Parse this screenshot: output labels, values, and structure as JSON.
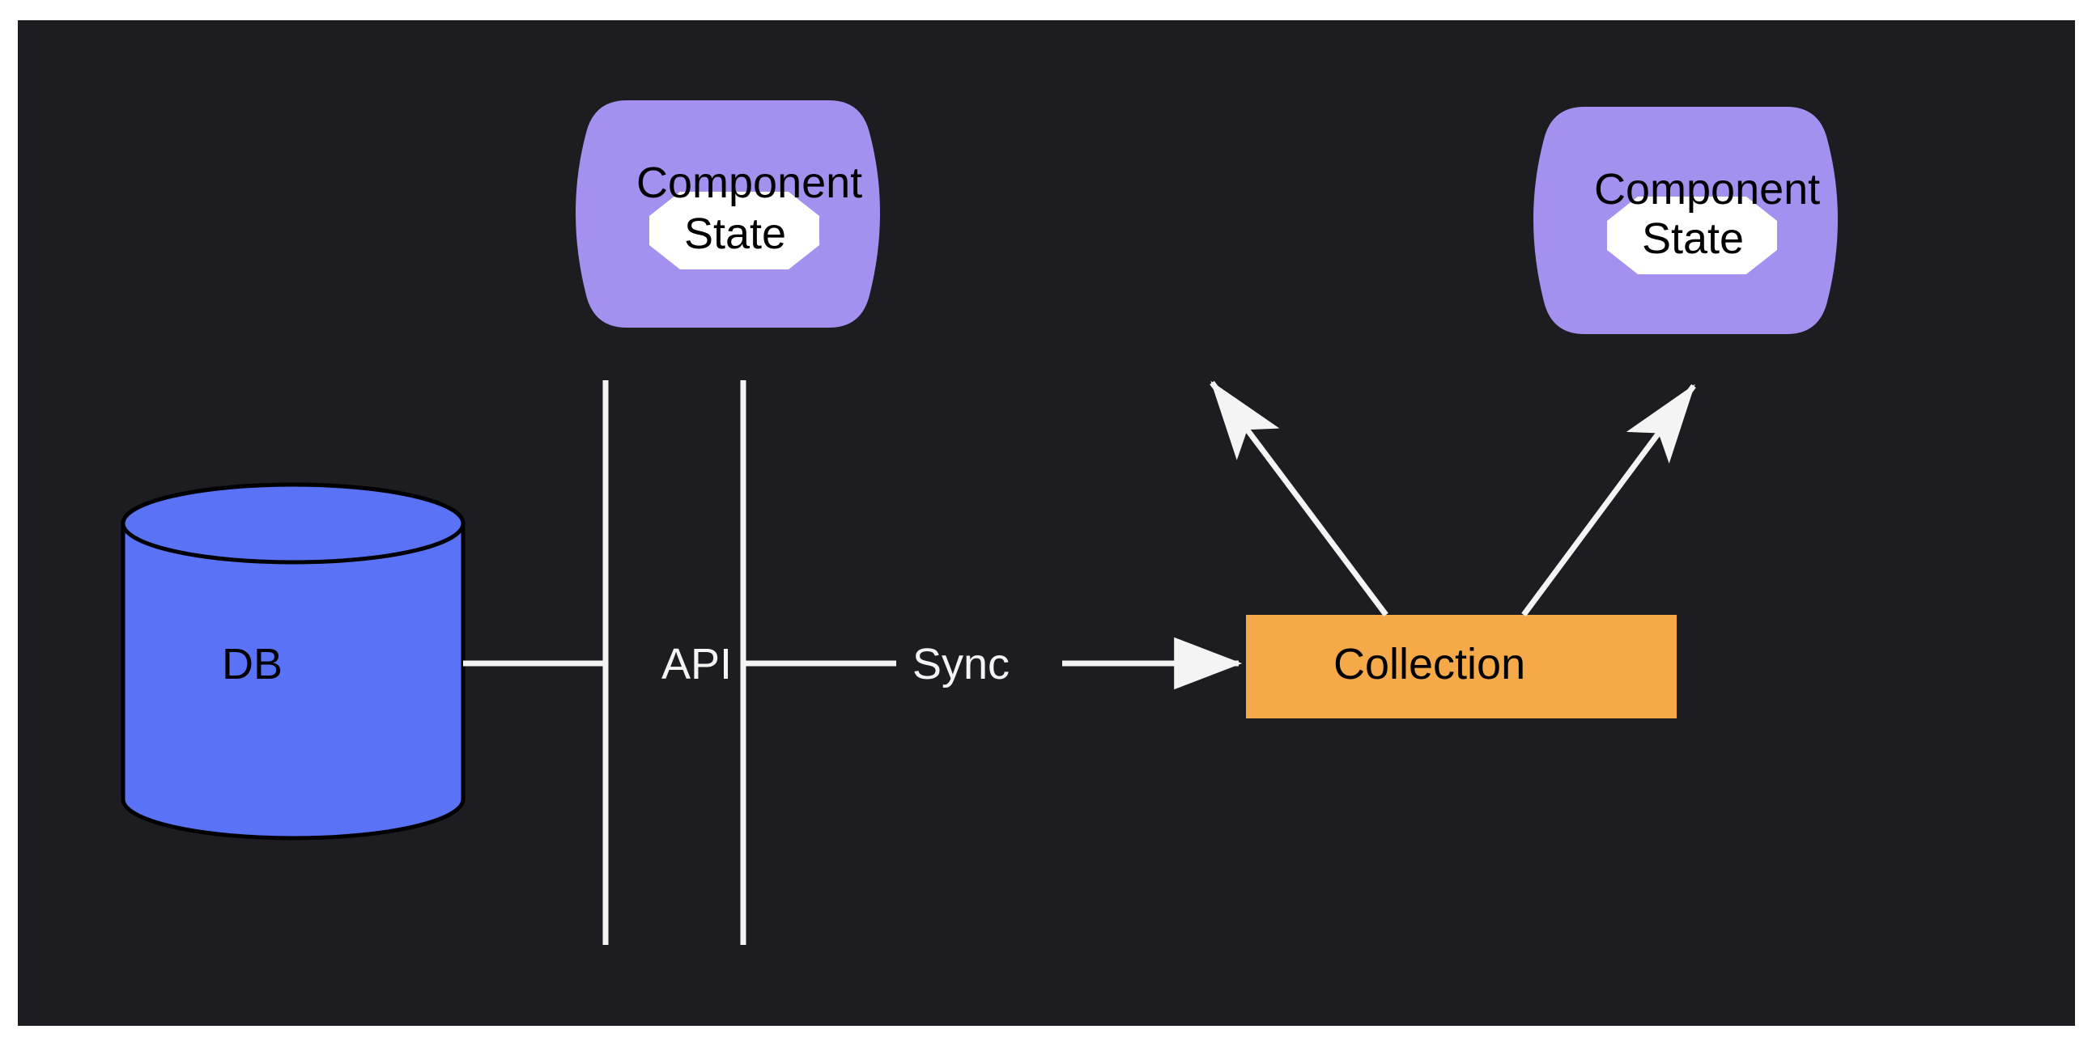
{
  "diagram": {
    "type": "flowchart",
    "direction": "left-to-right",
    "title": "",
    "background_color": "#1c1c21",
    "page_color": "#ffffff",
    "edge_color": "#f4f4f4",
    "nodes": [
      {
        "id": "db",
        "label": "DB",
        "shape": "cylinder",
        "fill": "#5a72f5",
        "stroke": "#000000",
        "text_color": "#000000"
      },
      {
        "id": "api",
        "label": "API",
        "shape": "boundary-lines",
        "text_color": "#f4f4f4"
      },
      {
        "id": "sync",
        "label": "Sync",
        "shape": "text",
        "text_color": "#f4f4f4"
      },
      {
        "id": "collection",
        "label": "Collection",
        "shape": "rectangle",
        "fill": "#f5a948",
        "text_color": "#000000"
      },
      {
        "id": "component1",
        "label": "Component",
        "shape": "curved-rounded-rect",
        "fill": "#a390ef",
        "text_color": "#000000"
      },
      {
        "id": "state1",
        "label": "State",
        "shape": "octagon",
        "fill": "#ffffff",
        "text_color": "#000000"
      },
      {
        "id": "component2",
        "label": "Component",
        "shape": "curved-rounded-rect",
        "fill": "#a390ef",
        "text_color": "#000000"
      },
      {
        "id": "state2",
        "label": "State",
        "shape": "octagon",
        "fill": "#ffffff",
        "text_color": "#000000"
      }
    ],
    "edges": [
      {
        "from": "db",
        "to": "api",
        "label": "",
        "arrow": false
      },
      {
        "from": "api",
        "to": "sync",
        "label": "",
        "arrow": false
      },
      {
        "from": "sync",
        "to": "collection",
        "label": "",
        "arrow": true
      },
      {
        "from": "collection",
        "to": "state1",
        "label": "",
        "arrow": true
      },
      {
        "from": "collection",
        "to": "state2",
        "label": "",
        "arrow": true
      }
    ]
  },
  "labels": {
    "db": "DB",
    "api": "API",
    "sync": "Sync",
    "collection": "Collection",
    "component_1": "Component",
    "component_2": "Component",
    "state_1": "State",
    "state_2": "State"
  }
}
